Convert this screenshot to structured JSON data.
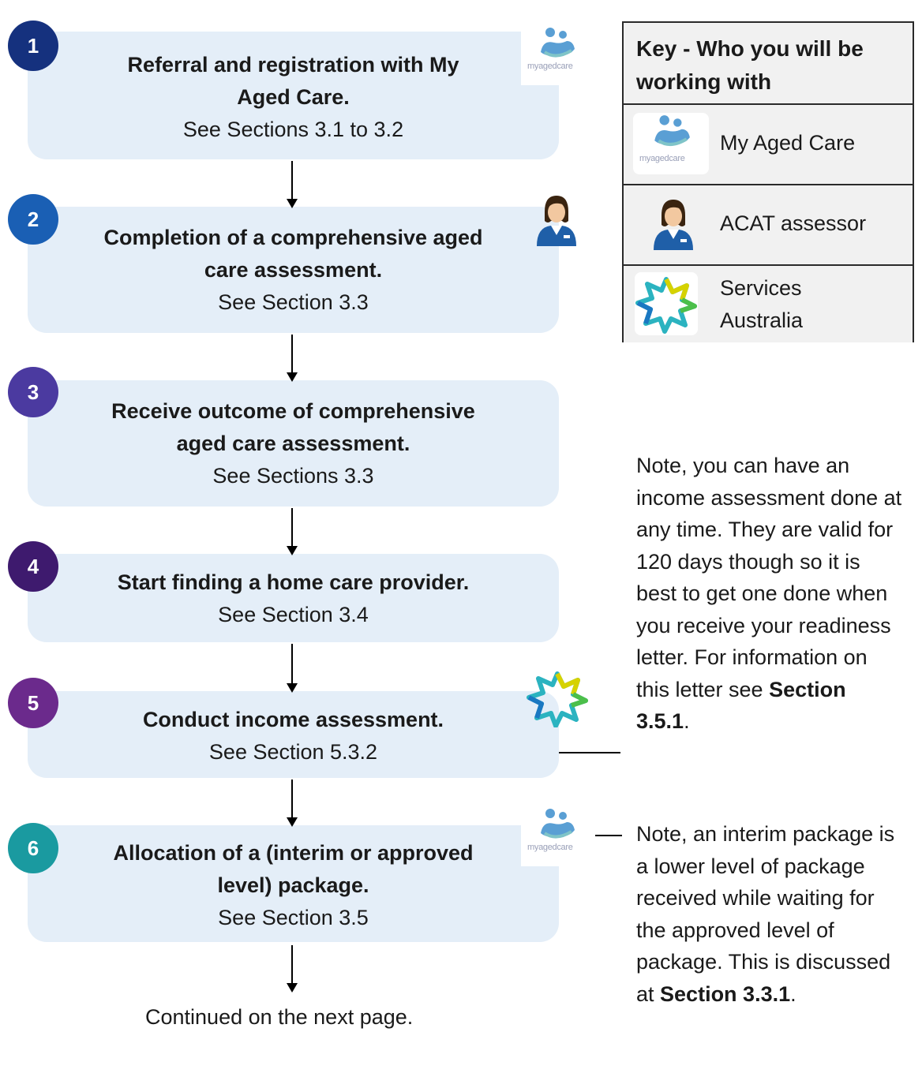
{
  "steps": [
    {
      "number": "1",
      "title": "Referral and registration with My Aged Care.",
      "ref": "See Sections 3.1 to 3.2",
      "color": "#15317e",
      "icon": "my-aged-care-logo"
    },
    {
      "number": "2",
      "title": "Completion of a comprehensive aged care assessment.",
      "ref": "See Section 3.3",
      "color": "#1a5fb4",
      "icon": "acat-assessor-person"
    },
    {
      "number": "3",
      "title": "Receive outcome of comprehensive aged care assessment.",
      "ref": "See Sections 3.3",
      "color": "#4b3aa0",
      "icon": null
    },
    {
      "number": "4",
      "title": "Start finding a home care provider.",
      "ref": "See Section 3.4",
      "color": "#3e1a6e",
      "icon": null
    },
    {
      "number": "5",
      "title": "Conduct income assessment.",
      "ref": "See Section 5.3.2",
      "color": "#6b2a8c",
      "icon": "services-australia-star"
    },
    {
      "number": "6",
      "title": "Allocation of a (interim or approved level) package.",
      "ref": "See Section 3.5",
      "color": "#1a9aa0",
      "icon": "my-aged-care-logo"
    }
  ],
  "continued": "Continued on the next page.",
  "key": {
    "title": "Key - Who you will be working with",
    "rows": [
      {
        "label": "My Aged Care",
        "icon": "my-aged-care-logo"
      },
      {
        "label": "ACAT assessor",
        "icon": "acat-assessor-person"
      },
      {
        "label": "Services Australia",
        "icon": "services-australia-star"
      }
    ]
  },
  "logo_text": "myagedcare",
  "notes": {
    "income": {
      "text": "Note, you can have an income assessment done at any time.  They are valid for 120 days though so it is best to get one done when you receive your readiness letter.  For information on this letter see ",
      "bold": "Section 3.5.1",
      "end": "."
    },
    "interim": {
      "text": "Note, an interim package is a lower level of package received while waiting for the approved level of package.  This is discussed at ",
      "bold": "Section 3.3.1",
      "end": "."
    }
  }
}
